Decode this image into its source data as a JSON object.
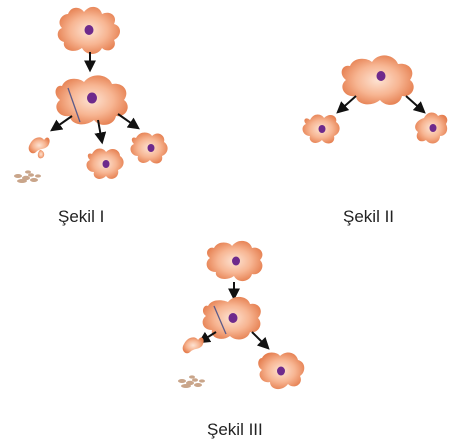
{
  "captions": {
    "figure1": "Şekil I",
    "figure2": "Şekil II",
    "figure3": "Şekil III"
  },
  "colors": {
    "cell_fill": "#f4a582",
    "cell_edge": "#e57e4f",
    "cell_center": "#fde3d3",
    "nucleus": "#6e2a8c",
    "arrow": "#111111",
    "debris": "#c9a58a"
  }
}
